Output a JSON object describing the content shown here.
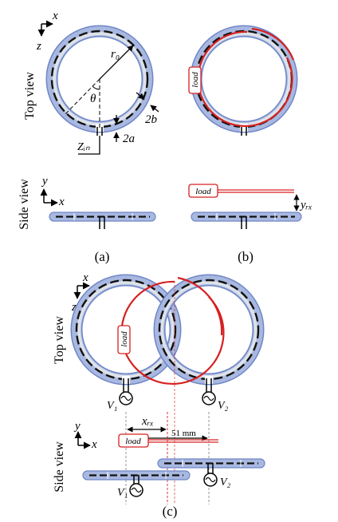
{
  "labels": {
    "x": "x",
    "y": "y",
    "z": "z",
    "top_view": "Top view",
    "side_view": "Side view",
    "r0": "r₀",
    "theta": "θ",
    "two_b": "2b",
    "two_a": "2a",
    "zin": "Zᵢₙ",
    "load": "load",
    "yrx": "yᵣₓ",
    "xrx": "xᵣₓ",
    "dist": "51 mm",
    "v1": "V₁",
    "v2": "V₂",
    "panel_a": "(a)",
    "panel_b": "(b)",
    "panel_c": "(c)"
  },
  "colors": {
    "ring_fill": "#a8b8e0",
    "ring_inner": "#d8dde8",
    "ring_edge": "#6f86c8",
    "conductor": "#111111",
    "receiver": "#d62020",
    "guide": "#8a8a8a",
    "red_guide": "#d62020",
    "blue_guide": "#3a55c0"
  }
}
